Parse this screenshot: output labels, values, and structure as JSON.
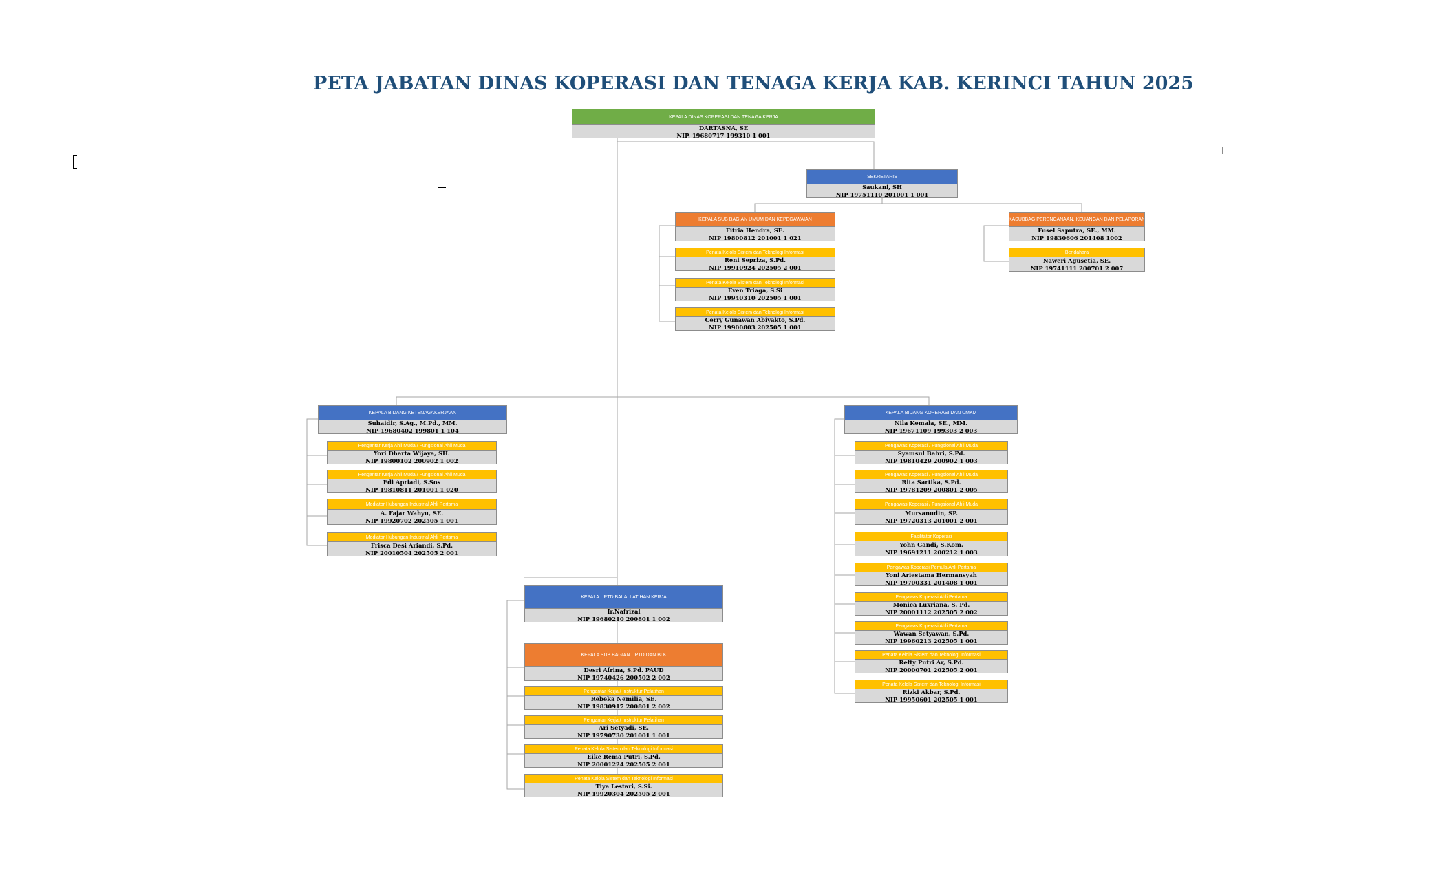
{
  "title": "PETA JABATAN DINAS KOPERASI DAN TENAGA KERJA KAB. KERINCI TAHUN 2025",
  "colors": {
    "title": "#1f4e79",
    "green": "#70ad47",
    "blue": "#4472c4",
    "orange": "#ed7d31",
    "yellow": "#ffc000",
    "body": "#d9d9d9"
  },
  "nodes": [
    {
      "id": "kepala-dinas",
      "color": "green",
      "role": "KEPALA DINAS KOPERASI DAN TENAGA KERJA",
      "name": "DARTASNA, SE",
      "nip": "NIP. 19680717 199310 1 001"
    },
    {
      "id": "sekretaris",
      "color": "blue",
      "role": "SEKRETARIS",
      "name": "Saukani, SH",
      "nip": "NIP 19751110 201001 1 001"
    },
    {
      "id": "kasubbag-umum",
      "color": "orange",
      "role": "KEPALA SUB BAGIAN UMUM DAN KEPEGAWAIAN",
      "name": "Fitria Hendra, SE.",
      "nip": "NIP 19800812 201001 1 021"
    },
    {
      "id": "umum-staf-1",
      "color": "yellow",
      "role": "Penata Kelola Sistem dan Teknologi Informasi",
      "name": "Reni Sepriza, S.Pd.",
      "nip": "NIP 19910924 202505 2 001"
    },
    {
      "id": "umum-staf-2",
      "color": "yellow",
      "role": "Penata Kelola Sistem dan Teknologi Informasi",
      "name": "Even Triaga, S.Si",
      "nip": "NIP 19940310 202505 1 001"
    },
    {
      "id": "umum-staf-3",
      "color": "yellow",
      "role": "Penata Kelola Sistem dan Teknologi Informasi",
      "name": "Cerry Gunawan Abiyakto, S.Pd.",
      "nip": "NIP 19900803 202505 1 001"
    },
    {
      "id": "kasubbag-perencanaan",
      "color": "orange",
      "role": "KASUBBAG PERENCANAAN, KEUANGAN DAN PELAPORAN",
      "name": "Fusel Saputra, SE., MM.",
      "nip": "NIP 19830606 201408 1002"
    },
    {
      "id": "bendahara",
      "color": "yellow",
      "role": "Bendahara",
      "name": "Naweri Agusetia, SE.",
      "nip": "NIP 19741111 200701 2 007"
    },
    {
      "id": "kabid-naker",
      "color": "blue",
      "role": "KEPALA BIDANG KETENAGAKERJAAN",
      "name": "Suhaidir, S.Ag., M.Pd., MM.",
      "nip": "NIP 19680402 199801 1 104"
    },
    {
      "id": "naker-staf-1",
      "color": "yellow",
      "role": "Pengantar Kerja Ahli Muda / Fungsional Ahli Muda",
      "name": "Yori Dharta Wijaya, SH.",
      "nip": "NIP 19800102 200902 1 002"
    },
    {
      "id": "naker-staf-2",
      "color": "yellow",
      "role": "Pengantar Kerja Ahli Muda / Fungsional Ahli Muda",
      "name": "Edi Apriadi, S.Sos",
      "nip": "NIP 19810811 201001 1 020"
    },
    {
      "id": "naker-staf-3",
      "color": "yellow",
      "role": "Mediator Hubungan Industrial Ahli Pertama",
      "name": "A. Fajar Wahyu, SE.",
      "nip": "NIP 19920702 202505 1 001"
    },
    {
      "id": "naker-staf-4",
      "color": "yellow",
      "role": "Mediator Hubungan Industrial Ahli Pertama",
      "name": "Frisca Desi Ariandi, S.Pd.",
      "nip": "NIP 20010504 202505 2 001"
    },
    {
      "id": "kabid-koperasi",
      "color": "blue",
      "role": "KEPALA BIDANG KOPERASI DAN UMKM",
      "name": "Nila Kemala, SE., MM.",
      "nip": "NIP 19671109 199303 2 003"
    },
    {
      "id": "kop-staf-1",
      "color": "yellow",
      "role": "Pengawas Koperasi / Fungsional Ahli Muda",
      "name": "Syamsul Bahri, S.Pd.",
      "nip": "NIP 19810429 200902 1 003"
    },
    {
      "id": "kop-staf-2",
      "color": "yellow",
      "role": "Pengawas Koperasi / Fungsional Ahli Muda",
      "name": "Rita Sartika, S.Pd.",
      "nip": "NIP 19781209 200801 2 005"
    },
    {
      "id": "kop-staf-3",
      "color": "yellow",
      "role": "Pengawas Koperasi / Fungsional Ahli Muda",
      "name": "Mursanudin, SP.",
      "nip": "NIP 19720313 201001 2 001"
    },
    {
      "id": "kop-staf-4",
      "color": "yellow",
      "role": "Fasilitator Koperasi",
      "name": "Yohn Gandi, S.Kom.",
      "nip": "NIP 19691211 200212 1 003"
    },
    {
      "id": "kop-staf-5",
      "color": "yellow",
      "role": "Pengawas Koperasi Pemula Ahli Pertama",
      "name": "Yoni Ariestama Hermansyah",
      "nip": "NIP 19700331 201408 1 001"
    },
    {
      "id": "kop-staf-6",
      "color": "yellow",
      "role": "Pengawas Koperasi Ahli Pertama",
      "name": "Monica Luxriana, S. Pd.",
      "nip": "NIP 20001112 202505 2 002"
    },
    {
      "id": "kop-staf-7",
      "color": "yellow",
      "role": "Pengawas Koperasi Ahli Pertama",
      "name": "Wawan Setyawan, S.Pd.",
      "nip": "NIP 19960213 202505 1 001"
    },
    {
      "id": "kop-staf-8",
      "color": "yellow",
      "role": "Penata Kelola Sistem dan Teknologi Informasi",
      "name": "Refty Putri Ar, S.Pd.",
      "nip": "NIP 20000701 202505 2 001"
    },
    {
      "id": "kop-staf-9",
      "color": "yellow",
      "role": "Penata Kelola Sistem dan Teknologi Informasi",
      "name": "Rizki Akbar, S.Pd.",
      "nip": "NIP 19950601 202505 1 001"
    },
    {
      "id": "kepala-uptd",
      "color": "blue",
      "role": "KEPALA UPTD BALAI LATIHAN KERJA",
      "name": "Ir.Nafrizal",
      "nip": "NIP 19680210 200801 1 002"
    },
    {
      "id": "kasubbag-uptd",
      "color": "orange",
      "role": "KEPALA SUB BAGIAN UPTD DAN BLK",
      "name": "Desri Afrina, S.Pd. PAUD",
      "nip": "NIP 19740426 200502 2 002"
    },
    {
      "id": "uptd-staf-1",
      "color": "yellow",
      "role": "Pengantar Kerja / Instruktur Pelatihan",
      "name": "Rebeka Nemilia, SE.",
      "nip": "NIP 19830917 200801 2 002"
    },
    {
      "id": "uptd-staf-2",
      "color": "yellow",
      "role": "Pengantar Kerja / Instruktur Pelatihan",
      "name": "Ari Setyadi, SE.",
      "nip": "NIP 19790730 201001 1 001"
    },
    {
      "id": "uptd-staf-3",
      "color": "yellow",
      "role": "Penata Kelola Sistem dan Teknologi Informasi",
      "name": "Eike Rema Putri, S.Pd.",
      "nip": "NIP 20001224 202505 2 001"
    },
    {
      "id": "uptd-staf-4",
      "color": "yellow",
      "role": "Penata Kelola Sistem dan Teknologi Informasi",
      "name": "Tiya Lestari, S.Si.",
      "nip": "NIP 19920304 202505 2 001"
    }
  ]
}
